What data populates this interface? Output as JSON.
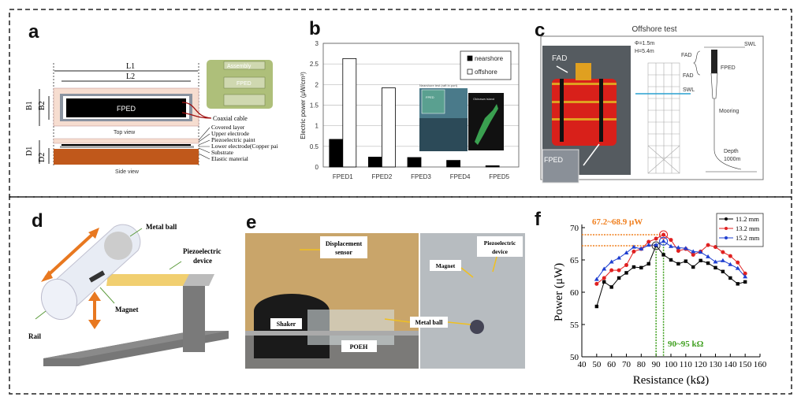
{
  "panels": {
    "a": {
      "label": "a",
      "dims": {
        "L1": "L1",
        "L2": "L2",
        "B1": "B1",
        "B2": "B2",
        "D1": "D1",
        "D2": "D2"
      },
      "fped": "FPED",
      "top_view": "Top view",
      "side_view": "Side view",
      "coaxial": "Coaxial cable",
      "assembly": "Assembly",
      "assembly_fped": "FPED",
      "layers": [
        "Covered layer",
        "Upper electrode",
        "Piezoelectric paint",
        "Lower electrode(Copper pai",
        "Substrate",
        "Elastic material"
      ],
      "colors": {
        "cover": "#f6ddd0",
        "substrate": "#c0581b"
      }
    },
    "b": {
      "label": "b",
      "inset_title": "Nearshore test (raft in port)",
      "inset_fped": "FPED",
      "inset_island": "Okinawa island"
    },
    "c": {
      "label": "c",
      "title": "Offshore test",
      "fad_photo": "FAD",
      "fped_inset": "FPED",
      "phi": "Φ=1.5m",
      "height": "H=5.4m",
      "fad": "FAD",
      "swl": "SWL",
      "fad2": "FAD",
      "fped2": "FPED",
      "swl2": "SWL",
      "mooring": "Mooring",
      "depth": "Depth",
      "depth_val": "1000m"
    },
    "d": {
      "label": "d",
      "metal_ball": "Metal ball",
      "piezo1": "Piezoelectric",
      "piezo2": "device",
      "magnet": "Magnet",
      "rail": "Rail"
    },
    "e": {
      "label": "e",
      "displacement1": "Displacement",
      "displacement2": "sensor",
      "shaker": "Shaker",
      "metal_ball": "Metal ball",
      "poeh": "POEH",
      "piezo1": "Piezoelectric",
      "piezo2": "device",
      "magnet": "Magnet"
    },
    "f": {
      "label": "f",
      "annot_power": "67.2~68.9 μW",
      "annot_res": "90~95 kΩ"
    }
  },
  "chart_data": [
    {
      "panel": "b",
      "type": "bar",
      "categories": [
        "FPED1",
        "FPED2",
        "FPED3",
        "FPED4",
        "FPED5"
      ],
      "series": [
        {
          "name": "nearshore",
          "values": [
            0.67,
            0.24,
            0.23,
            0.16,
            0.03
          ],
          "color": "#000000"
        },
        {
          "name": "offshore",
          "values": [
            2.63,
            1.92,
            0,
            0,
            0
          ],
          "color": "#ffffff"
        }
      ],
      "ylabel": "Electric power (μW/cm³)",
      "ylim": [
        0,
        3
      ],
      "yticks": [
        "0",
        "0.5",
        "1",
        "1.5",
        "2",
        "2.5",
        "3"
      ],
      "grid": true,
      "legend": "top-right"
    },
    {
      "panel": "f",
      "type": "line",
      "x": [
        50,
        55,
        60,
        65,
        70,
        75,
        80,
        85,
        90,
        95,
        100,
        105,
        110,
        115,
        120,
        125,
        130,
        135,
        140,
        145,
        150
      ],
      "series": [
        {
          "name": "11.2 mm",
          "color": "#000000",
          "marker": "square",
          "values": [
            57.8,
            61.6,
            60.8,
            62.2,
            63.0,
            63.9,
            63.8,
            64.4,
            67.2,
            65.8,
            65.0,
            64.4,
            64.8,
            63.9,
            64.9,
            64.5,
            63.8,
            63.2,
            62.2,
            61.3,
            61.6
          ]
        },
        {
          "name": "13.2 mm",
          "color": "#e02020",
          "marker": "circle",
          "values": [
            61.3,
            62.2,
            63.4,
            63.4,
            64.2,
            66.3,
            66.7,
            67.8,
            68.3,
            68.9,
            68.1,
            66.4,
            66.7,
            65.8,
            66.3,
            67.3,
            67.0,
            66.2,
            65.6,
            64.6,
            62.9
          ]
        },
        {
          "name": "15.2 mm",
          "color": "#1f3fd0",
          "marker": "triangle",
          "values": [
            62.0,
            63.6,
            64.7,
            65.3,
            66.1,
            67.0,
            66.7,
            67.3,
            67.3,
            67.9,
            67.1,
            66.9,
            66.8,
            66.3,
            66.2,
            65.5,
            64.7,
            64.9,
            64.3,
            63.7,
            62.4
          ]
        }
      ],
      "xlabel": "Resistance (kΩ)",
      "ylabel": "Power (μW)",
      "xlim": [
        40,
        160
      ],
      "ylim": [
        50,
        70
      ],
      "xticks": [
        "40",
        "50",
        "60",
        "70",
        "80",
        "90",
        "100",
        "110",
        "120",
        "130",
        "140",
        "150",
        "160"
      ],
      "yticks": [
        "50",
        "55",
        "60",
        "65",
        "70"
      ],
      "legend": "top-right",
      "annotation_color_power": "#f08020",
      "annotation_color_res": "#40a020"
    }
  ]
}
